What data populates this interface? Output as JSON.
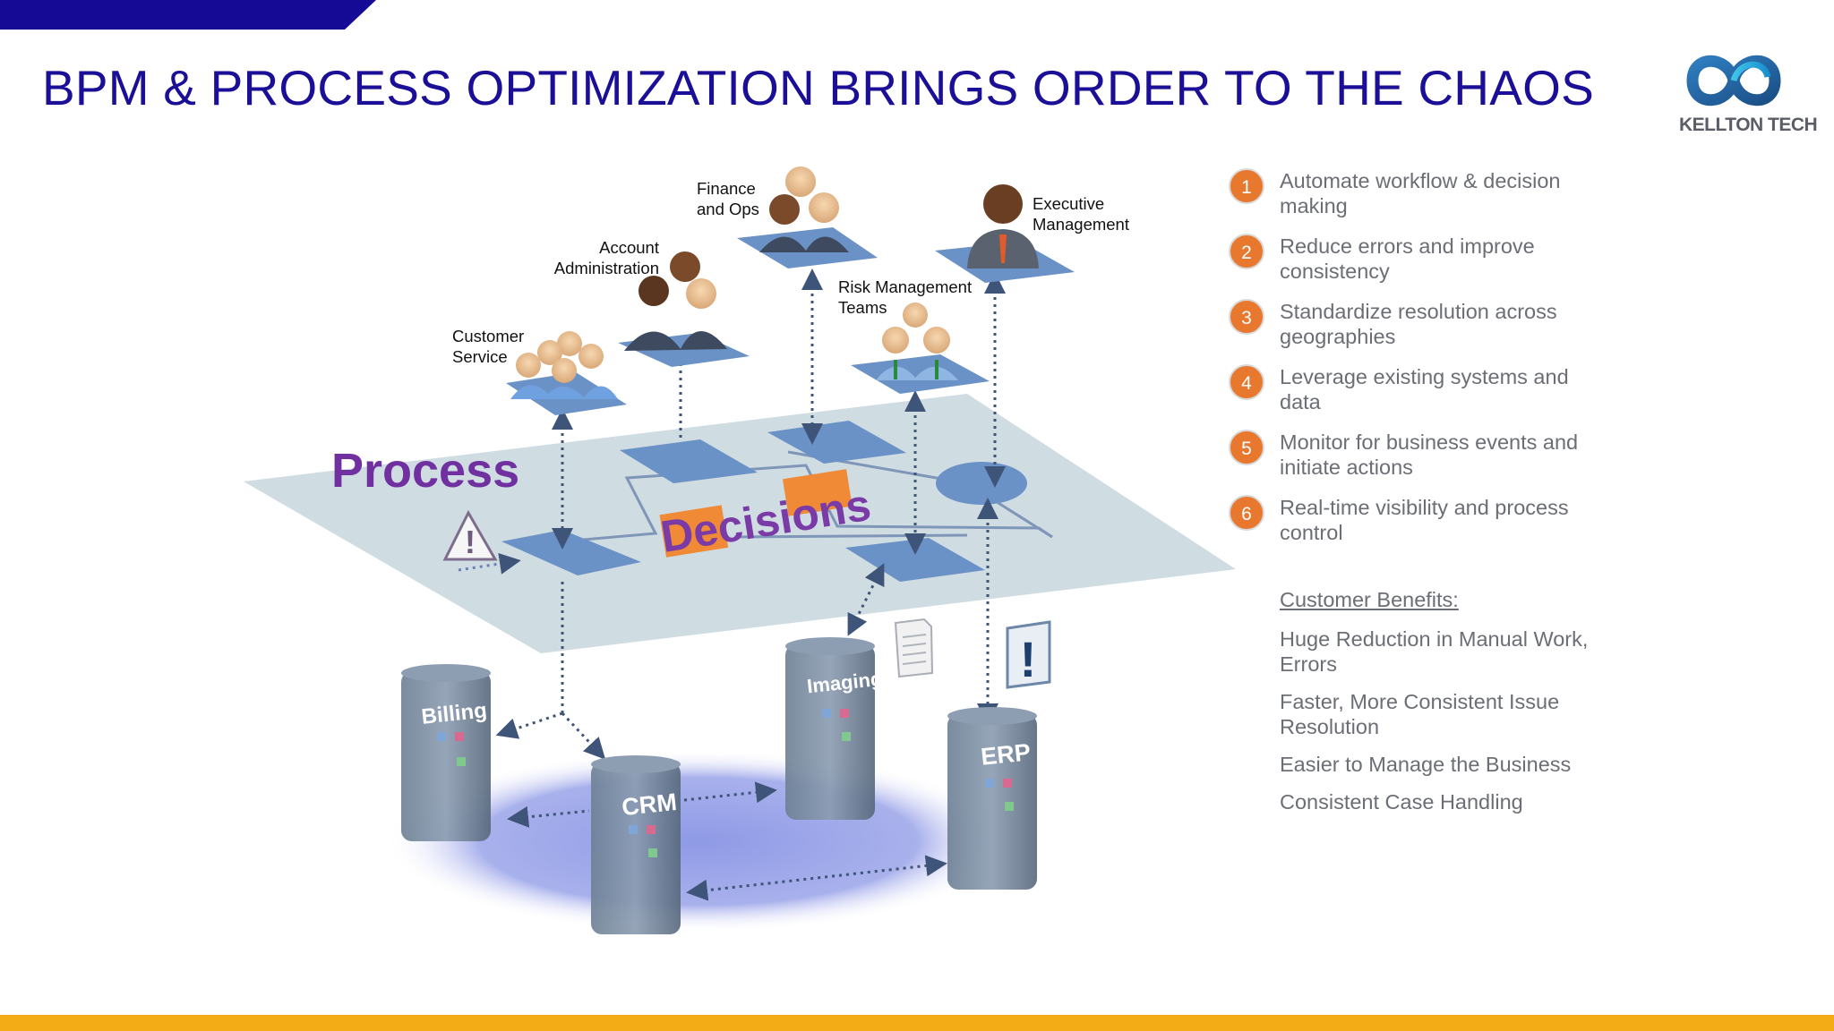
{
  "title": "BPM & PROCESS OPTIMIZATION BRINGS ORDER TO THE CHAOS",
  "logo": {
    "text": "KELLTON TECH"
  },
  "colors": {
    "accent_blue": "#1a0f96",
    "orange": "#e8782e",
    "footer_yellow": "#f3ac16",
    "process_purple": "#7030a0"
  },
  "diagram": {
    "groups": {
      "customer_service": [
        "Customer",
        "Service"
      ],
      "account_administration": [
        "Account",
        "Administration"
      ],
      "finance_ops": [
        "Finance",
        "and Ops"
      ],
      "risk_management": [
        "Risk Management",
        "Teams"
      ],
      "executive": [
        "Executive",
        "Management"
      ]
    },
    "process_label": "Process",
    "decisions_label": "Decisions",
    "systems": {
      "billing": "Billing",
      "crm": "CRM",
      "imaging": "Imaging",
      "erp": "ERP"
    }
  },
  "list": [
    {
      "num": "1",
      "text": "Automate workflow & decision making"
    },
    {
      "num": "2",
      "text": "Reduce errors and improve consistency"
    },
    {
      "num": "3",
      "text": "Standardize resolution across geographies"
    },
    {
      "num": "4",
      "text": "Leverage existing systems and data"
    },
    {
      "num": "5",
      "text": "Monitor for business events and initiate actions"
    },
    {
      "num": "6",
      "text": "Real-time visibility and process control"
    }
  ],
  "benefits": {
    "title": "Customer Benefits:",
    "items": [
      "Huge Reduction in Manual Work, Errors",
      "Faster, More Consistent Issue Resolution",
      "Easier to Manage the Business",
      "Consistent Case Handling"
    ]
  }
}
